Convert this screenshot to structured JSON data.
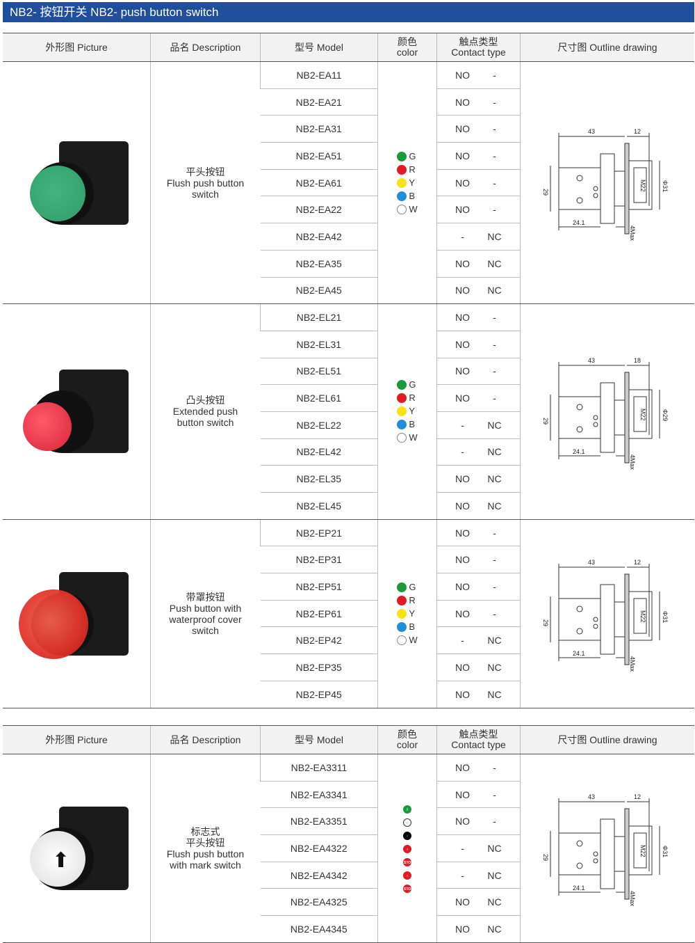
{
  "title": "NB2- 按钮开关 NB2- push button switch",
  "headers": {
    "picture": "外形图 Picture",
    "description": "品名 Description",
    "model": "型号 Model",
    "color_cn": "颜色",
    "color_en": "color",
    "contact_cn": "触点类型",
    "contact_en": "Contact type",
    "drawing": "尺寸图 Outline drawing"
  },
  "colors_std": [
    {
      "label": "G",
      "hex": "#1a9a3c"
    },
    {
      "label": "R",
      "hex": "#e01b23"
    },
    {
      "label": "Y",
      "hex": "#f5e316"
    },
    {
      "label": "B",
      "hex": "#1e8fd8"
    },
    {
      "label": "W",
      "hex": "#ffffff"
    }
  ],
  "tables": [
    {
      "sections": [
        {
          "desc": [
            "平头按钮",
            "Flush push button",
            "switch"
          ],
          "cap": "#2f9e6a",
          "style": "flush",
          "drawing": {
            "top": "43",
            "right": "12",
            "height": "29",
            "dia": "Φ31",
            "thread": "M22",
            "base": "24.1",
            "max": "4Max"
          },
          "rows": [
            [
              "NB2-EA11",
              "NO",
              "-"
            ],
            [
              "NB2-EA21",
              "NO",
              "-"
            ],
            [
              "NB2-EA31",
              "NO",
              "-"
            ],
            [
              "NB2-EA51",
              "NO",
              "-"
            ],
            [
              "NB2-EA61",
              "NO",
              "-"
            ],
            [
              "NB2-EA22",
              "NO",
              "-"
            ],
            [
              "NB2-EA42",
              "-",
              "NC"
            ],
            [
              "NB2-EA35",
              "NO",
              "NC"
            ],
            [
              "NB2-EA45",
              "NO",
              "NC"
            ]
          ]
        },
        {
          "desc": [
            "凸头按钮",
            "Extended push",
            "button switch"
          ],
          "cap": "#d8243a",
          "style": "extended",
          "drawing": {
            "top": "43",
            "right": "18",
            "height": "29",
            "dia": "Φ29",
            "thread": "M22",
            "base": "24.1",
            "max": "4Max"
          },
          "rows": [
            [
              "NB2-EL21",
              "NO",
              "-"
            ],
            [
              "NB2-EL31",
              "NO",
              "-"
            ],
            [
              "NB2-EL51",
              "NO",
              "-"
            ],
            [
              "NB2-EL61",
              "NO",
              "-"
            ],
            [
              "NB2-EL22",
              "-",
              "NC"
            ],
            [
              "NB2-EL42",
              "-",
              "NC"
            ],
            [
              "NB2-EL35",
              "NO",
              "NC"
            ],
            [
              "NB2-EL45",
              "NO",
              "NC"
            ]
          ]
        },
        {
          "desc": [
            "带罩按钮",
            "Push button with",
            "waterproof cover",
            "switch"
          ],
          "cap": "#e0322a",
          "style": "cover",
          "drawing": {
            "top": "43",
            "right": "12",
            "height": "29",
            "dia": "Φ31",
            "thread": "M22",
            "base": "24.1",
            "max": "4Max"
          },
          "rows": [
            [
              "NB2-EP21",
              "NO",
              "-"
            ],
            [
              "NB2-EP31",
              "NO",
              "-"
            ],
            [
              "NB2-EP51",
              "NO",
              "-"
            ],
            [
              "NB2-EP61",
              "NO",
              "-"
            ],
            [
              "NB2-EP42",
              "-",
              "NC"
            ],
            [
              "NB2-EP35",
              "NO",
              "NC"
            ],
            [
              "NB2-EP45",
              "NO",
              "NC"
            ]
          ]
        }
      ]
    },
    {
      "sections": [
        {
          "desc": [
            "标志式",
            "平头按钮",
            "Flush push button",
            "with mark  switch"
          ],
          "cap": "#f4f4f4",
          "style": "mark",
          "symbols": [
            {
              "bg": "#1a9a3c",
              "t": "I"
            },
            {
              "bg": "#fff",
              "t": "↑"
            },
            {
              "bg": "#000",
              "t": "↑"
            },
            {
              "bg": "#e01b23",
              "t": "○"
            },
            {
              "bg": "#e01b23",
              "t": "STOP"
            },
            {
              "bg": "#e01b23",
              "t": "○"
            },
            {
              "bg": "#e01b23",
              "t": "STOP"
            }
          ],
          "drawing": {
            "top": "43",
            "right": "12",
            "height": "29",
            "dia": "Φ31",
            "thread": "M22",
            "base": "24.1",
            "max": "4Max"
          },
          "rows": [
            [
              "NB2-EA3311",
              "NO",
              "-"
            ],
            [
              "NB2-EA3341",
              "NO",
              "-"
            ],
            [
              "NB2-EA3351",
              "NO",
              "-"
            ],
            [
              "NB2-EA4322",
              "-",
              "NC"
            ],
            [
              "NB2-EA4342",
              "-",
              "NC"
            ],
            [
              "NB2-EA4325",
              "NO",
              "NC"
            ],
            [
              "NB2-EA4345",
              "NO",
              "NC"
            ]
          ]
        }
      ]
    }
  ]
}
